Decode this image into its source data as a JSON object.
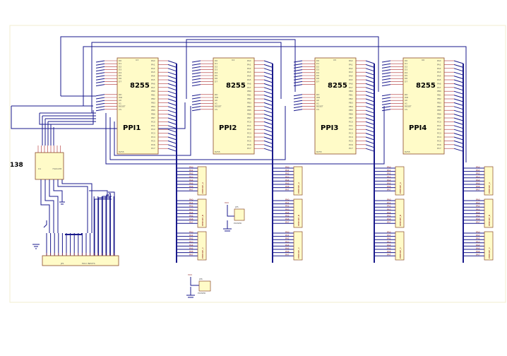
{
  "sheet": {
    "frame_color": "#f2eecf",
    "chip_fill": "#fffbc8",
    "wire_color": "#1a1a8c",
    "pin_color": "#b03030"
  },
  "ppis": [
    {
      "designator": "U3",
      "part": "8255",
      "name": "PPI1",
      "footer": "8255"
    },
    {
      "designator": "U4",
      "part": "8255",
      "name": "PPI2",
      "footer": "8255"
    },
    {
      "designator": "U5",
      "part": "8255",
      "name": "PPI3",
      "footer": "8255"
    },
    {
      "designator": "U6",
      "part": "8255",
      "name": "PPI4",
      "footer": "8255"
    }
  ],
  "ppi_pins": {
    "left": [
      "D0",
      "D1",
      "D2",
      "D3",
      "D4",
      "D5",
      "D6",
      "D7",
      "",
      "RD",
      "WR",
      "A0",
      "A1",
      "RESET",
      "CS"
    ],
    "right": [
      "PA0",
      "PA1",
      "PA2",
      "PA3",
      "PA4",
      "PA5",
      "PA6",
      "PA7",
      "PB0",
      "PB1",
      "PB2",
      "PB3",
      "PB4",
      "PB5",
      "PB6",
      "PB7",
      "PC0",
      "PC1",
      "PC2",
      "PC3",
      "PC4",
      "PC5",
      "PC6",
      "PC7"
    ]
  },
  "decoder": {
    "label": "138",
    "designator": "U1",
    "part": "74LS138"
  },
  "connector": {
    "designator": "JP1",
    "part": "MCU INPUTS"
  },
  "port_headers": [
    "PPIPORT_A",
    "PPIPORT_B",
    "PPIPORT_C"
  ],
  "power": [
    {
      "net": "VCC",
      "designator": "JP5",
      "part": "POWER"
    },
    {
      "net": "VCC",
      "designator": "JP6",
      "part": "POWER"
    }
  ]
}
